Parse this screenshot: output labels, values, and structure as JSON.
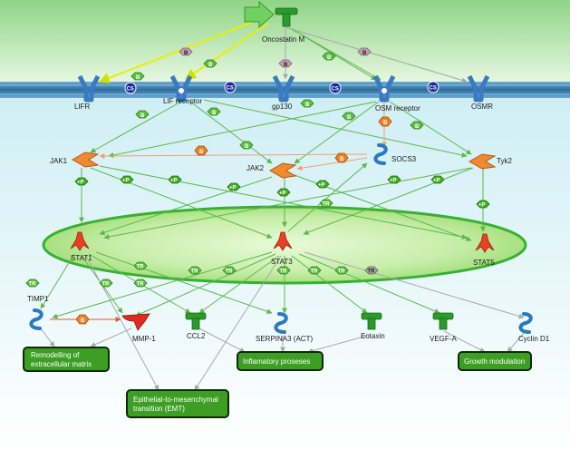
{
  "colors": {
    "top_bg": "#a8dc9e",
    "membrane": "#4a8fc0",
    "cytoplasm_bg": "#d8f0f5",
    "nucleus": "#c2ec9a",
    "green_arrow": "#5cb84a",
    "yellow_arrow": "#e8f000",
    "orange_arrow": "#f0a070",
    "gray_arrow": "#a8a8a8",
    "process_box": "#3d9e24"
  },
  "nodes": {
    "osm": "Oncostatin M",
    "lifr": "LIFR",
    "lif_receptor": "LIF receptor",
    "gp130": "gp130",
    "osm_receptor": "OSM receptor",
    "osmr": "OSMR",
    "jak1": "JAK1",
    "jak2": "JAK2",
    "socs3": "SOCS3",
    "tyk2": "Tyk2",
    "stat1": "STAT1",
    "stat3": "STAT3",
    "stat5": "STAT5",
    "timp1": "TIMP1",
    "mmp1": "MMP-1",
    "ccl2": "CCL2",
    "serpina3": "SERPINA3 (ACT)",
    "eotaxin": "Eotaxin",
    "vegfa": "VEGF-A",
    "cyclind1": "Cyclin D1"
  },
  "processes": {
    "ecm": [
      "Remodelling of",
      "extracellular matrix"
    ],
    "inflam": "Inflamatory proseses",
    "growth": "Growth modulation",
    "emt": [
      "Epithelial-to-mesenchymal",
      "transition (EMT)"
    ]
  },
  "tags": {
    "binding": "B",
    "complex": "CS",
    "phosphorylation": "+P",
    "transcription": "TR"
  }
}
